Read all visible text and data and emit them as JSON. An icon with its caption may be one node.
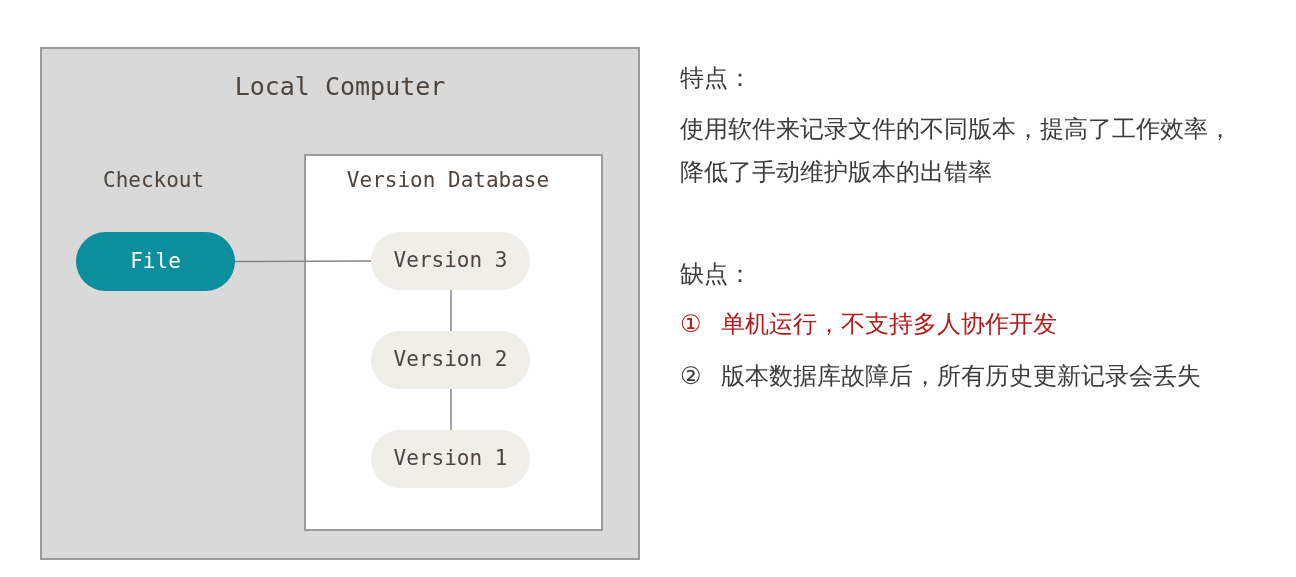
{
  "diagram": {
    "nodes": [
      {
        "text": [
          "Local Computer",
          "Checkout"
        ]
      },
      {
        "text": [
          "Version Database"
        ],
        "in": 0
      },
      {
        "text": [
          "File"
        ],
        "in": 0
      },
      {
        "text": [
          "Version 3"
        ],
        "in": 1
      },
      {
        "text": [
          "Version 2"
        ],
        "in": 1
      },
      {
        "text": [
          "Version 1"
        ],
        "in": 1
      }
    ],
    "edges": [
      {
        "from": 2,
        "to": 3,
        "arrow": "none"
      },
      {
        "from": 3,
        "to": 4,
        "arrow": "none"
      },
      {
        "from": 4,
        "to": 5,
        "arrow": "none"
      }
    ],
    "labels": [
      "特点：",
      "使用软件来记录文件的不同版本，提高了工作效率，降低了手动维护版本的出错率",
      "缺点：",
      "① 单机运行，不支持多人协作开发",
      "② 版本数据库故障后，所有历史更新记录会丢失"
    ]
  }
}
